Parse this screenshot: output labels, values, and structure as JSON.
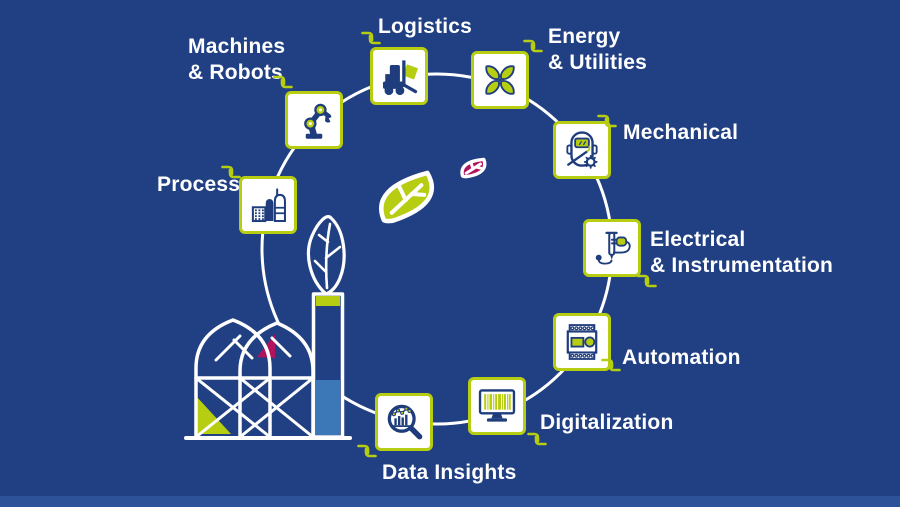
{
  "diagram": {
    "title": "Industrial services wheel",
    "center_icons": [
      "lime-leaf-logo",
      "magenta-leaf-logo",
      "factory-with-chimney-and-leaf"
    ],
    "colors": {
      "background": "#214083",
      "accent_lime": "#b6cd12",
      "accent_magenta": "#b1135c",
      "accent_steel_blue": "#3c77b7",
      "icon_blue": "#1f3d7c",
      "text": "#ffffff"
    }
  },
  "nodes": [
    {
      "label": "Machines & Robots",
      "lines": [
        "Machines",
        "& Robots"
      ],
      "icon": "robot-arm-icon"
    },
    {
      "label": "Logistics",
      "lines": [
        "Logistics"
      ],
      "icon": "forklift-icon"
    },
    {
      "label": "Energy & Utilities",
      "lines": [
        "Energy",
        "& Utilities"
      ],
      "icon": "clover-fan-icon"
    },
    {
      "label": "Mechanical",
      "lines": [
        "Mechanical"
      ],
      "icon": "welding-mask-icon"
    },
    {
      "label": "Electrical & Instrumentation",
      "lines": [
        "Electrical",
        "& Instrumentation"
      ],
      "icon": "plug-probe-icon"
    },
    {
      "label": "Automation",
      "lines": [
        "Automation"
      ],
      "icon": "plc-controller-icon"
    },
    {
      "label": "Digitalization",
      "lines": [
        "Digitalization"
      ],
      "icon": "barcode-monitor-icon"
    },
    {
      "label": "Data Insights",
      "lines": [
        "Data Insights"
      ],
      "icon": "magnifier-chart-icon"
    },
    {
      "label": "Process",
      "lines": [
        "Process"
      ],
      "icon": "process-plant-icon"
    }
  ]
}
